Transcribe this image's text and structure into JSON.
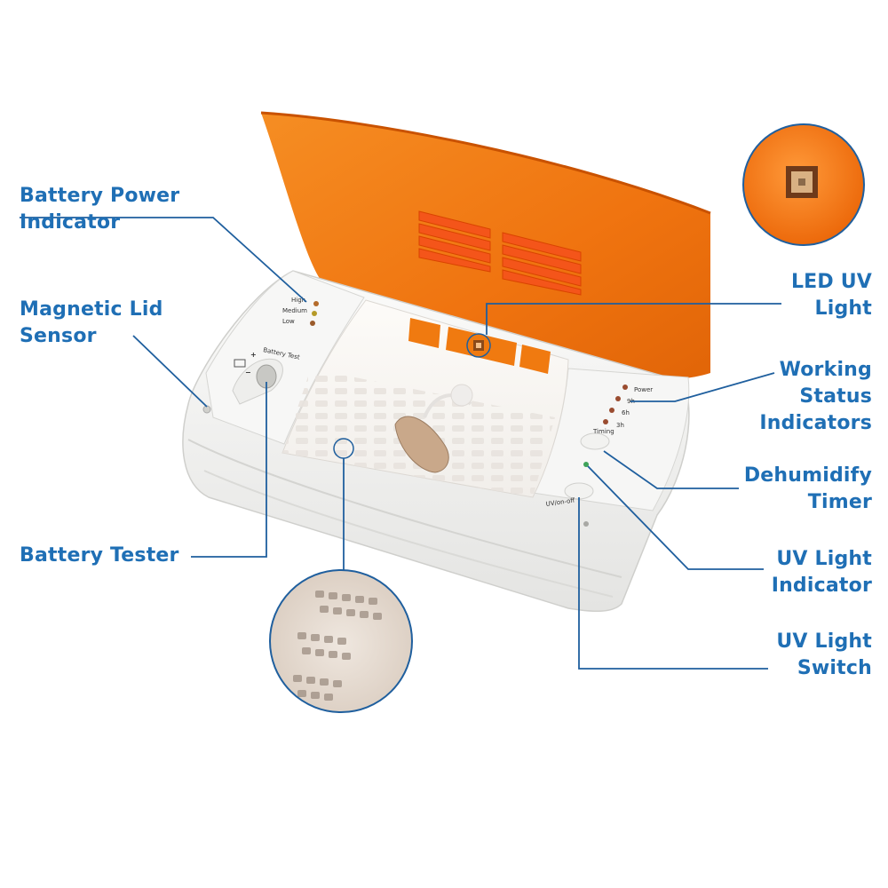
{
  "callouts": {
    "battery_power": {
      "line1": "Battery Power",
      "line2": "Indicator"
    },
    "magnetic_lid": {
      "line1": "Magnetic Lid",
      "line2": "Sensor"
    },
    "battery_tester": {
      "line1": "Battery Tester"
    },
    "led_uv": {
      "line1": "LED UV",
      "line2": "Light"
    },
    "working_status": {
      "line1": "Working",
      "line2": "Status",
      "line3": "Indicators"
    },
    "dehumidify": {
      "line1": "Dehumidify",
      "line2": "Timer"
    },
    "uv_indicator": {
      "line1": "UV Light",
      "line2": "Indicator"
    },
    "uv_switch": {
      "line1": "UV Light",
      "line2": "Switch"
    }
  },
  "device_labels": {
    "high": "High",
    "medium": "Medium",
    "low": "Low",
    "battery_test": "Battery Test",
    "plus": "+",
    "minus": "−",
    "power": "Power",
    "t9h": "9h",
    "t6h": "6h",
    "t3h": "3h",
    "timing": "Timing",
    "uv_onoff": "UV/on-off"
  },
  "colors": {
    "callout_text": "#1f6fb5",
    "leader_line": "#1f5f9e",
    "lid_orange": "#f07a10",
    "body_white": "#f4f4f2"
  }
}
